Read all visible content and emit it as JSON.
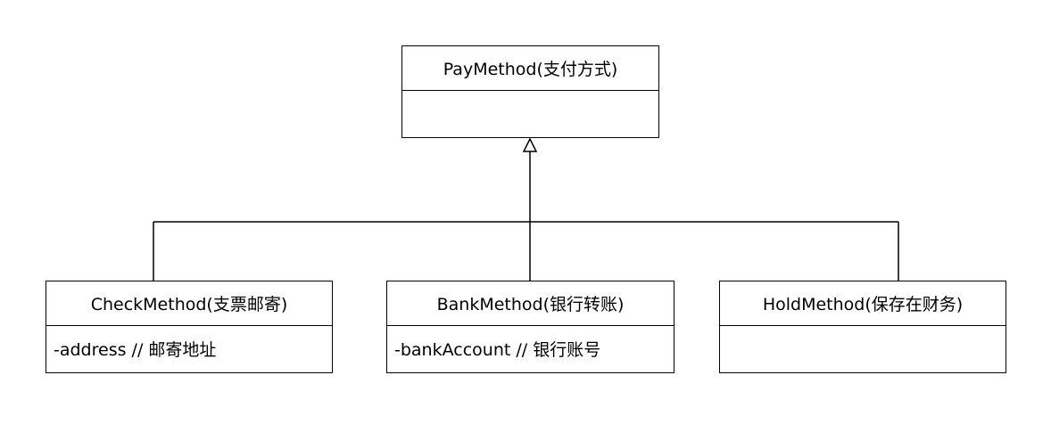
{
  "diagram": {
    "type": "uml-class-diagram",
    "relationship": "generalization",
    "parent": {
      "name": "PayMethod(支付方式)",
      "attributes": ""
    },
    "children": [
      {
        "name": "CheckMethod(支票邮寄)",
        "attributes": "-address // 邮寄地址"
      },
      {
        "name": "BankMethod(银行转账)",
        "attributes": "-bankAccount // 银行账号"
      },
      {
        "name": "HoldMethod(保存在财务)",
        "attributes": ""
      }
    ]
  }
}
